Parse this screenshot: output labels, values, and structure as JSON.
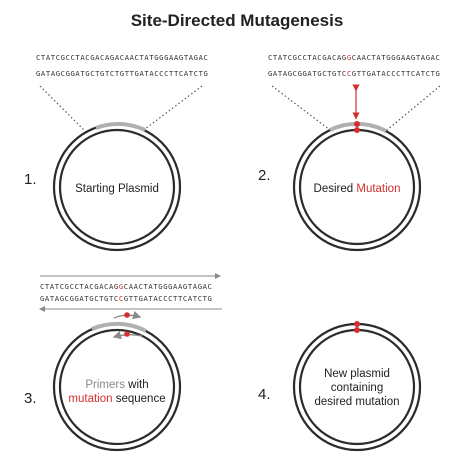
{
  "title": "Site-Directed Mutagenesis",
  "colors": {
    "accent": "#d32f2f",
    "ring": "#2b2b2b",
    "grey": "#8a8a8a",
    "segment": "#b0b0b0",
    "text": "#222222"
  },
  "panels": [
    {
      "number": "1.",
      "top_seq": "CTATCGCCTACGACAGACAACTATGGGAAGTAGAC",
      "bottom_seq": "GATAGCGGATGCTGTCTGTTGATACCCTTCATCTG",
      "label_line1": "Starting Plasmid"
    },
    {
      "number": "2.",
      "top_seq_a": "CTATCGCCTACGACAG",
      "top_seq_mut": "G",
      "top_seq_b": "CAACTATGGGAAGTAGAC",
      "bottom_seq_a": "GATAGCGGATGCTGTC",
      "bottom_seq_mut": "C",
      "bottom_seq_b": "GTTGATACCCTTCATCTG",
      "label_plain": "Desired ",
      "label_red": "Mutation"
    },
    {
      "number": "3.",
      "top_seq_a": "CTATCGCCTACGACAG",
      "top_seq_mut": "G",
      "top_seq_b": "CAACTATGGGAAGTAGAC",
      "bottom_seq_a": "GATAGCGGATGCTGTC",
      "bottom_seq_mut": "C",
      "bottom_seq_b": "GTTGATACCCTTCATCTG",
      "label_grey": "Primers",
      "label_rest1": " with",
      "label_red": "mutation",
      "label_rest2": " sequence"
    },
    {
      "number": "4.",
      "label_line1": "New plasmid",
      "label_line2": "containing",
      "label_line3": "desired mutation"
    }
  ]
}
